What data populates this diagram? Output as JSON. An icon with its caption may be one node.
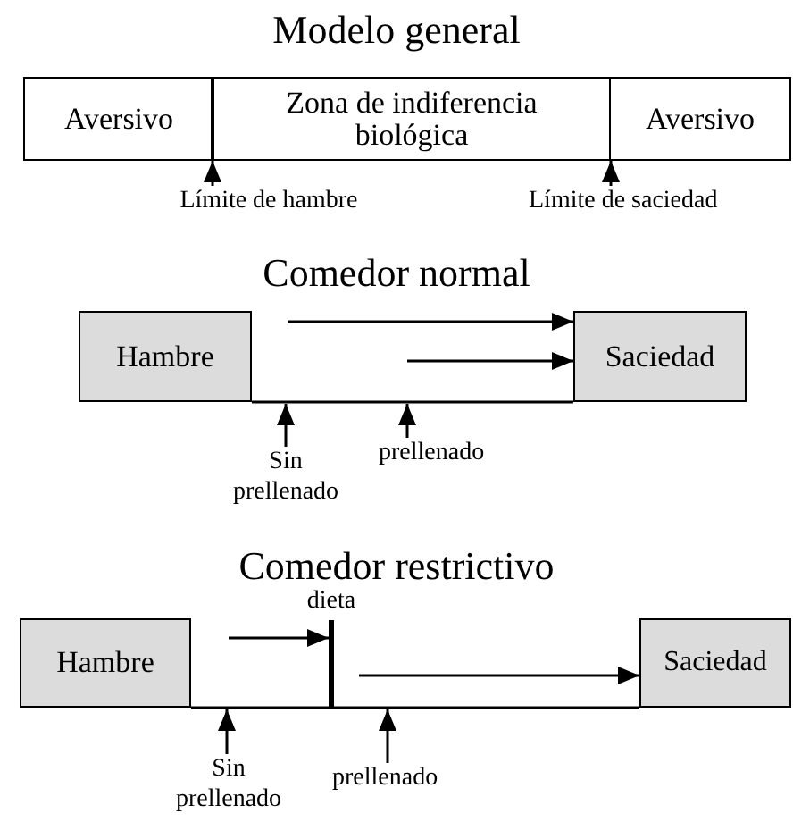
{
  "diagram": {
    "nodes": [
      {
        "text": [
          "Aversivo"
        ]
      },
      {
        "text": [
          "Zona de indiferencia biológica"
        ]
      },
      {
        "text": [
          "Aversivo"
        ]
      },
      {
        "text": [
          "Límite de hambre"
        ]
      },
      {
        "text": [
          "Límite de saciedad"
        ]
      },
      {
        "text": [
          "Hambre"
        ]
      },
      {
        "text": [
          "Saciedad"
        ]
      },
      {
        "text": [
          "Sin prellenado"
        ]
      },
      {
        "text": [
          "prellenado"
        ]
      },
      {
        "text": [
          "Hambre"
        ]
      },
      {
        "text": [
          "Saciedad"
        ]
      },
      {
        "text": [],
        "shape": "bar",
        "beside": [
          "dieta"
        ]
      },
      {
        "text": [
          "Sin prellenado"
        ]
      },
      {
        "text": [
          "prellenado"
        ]
      }
    ],
    "edges": [
      {
        "from": 3,
        "to": 1,
        "arrow": "to"
      },
      {
        "from": 4,
        "to": 1,
        "arrow": "to"
      },
      {
        "from": null,
        "to": 6,
        "arrow": "to"
      },
      {
        "from": null,
        "to": 6,
        "arrow": "to"
      },
      {
        "from": 5,
        "to": 6,
        "arrow": "none"
      },
      {
        "from": 7,
        "to": null,
        "arrow": "to"
      },
      {
        "from": 8,
        "to": null,
        "arrow": "to"
      },
      {
        "from": null,
        "to": 11,
        "arrow": "to"
      },
      {
        "from": null,
        "to": 10,
        "arrow": "to"
      },
      {
        "from": 9,
        "to": 10,
        "arrow": "none"
      },
      {
        "from": 12,
        "to": null,
        "arrow": "to"
      },
      {
        "from": 13,
        "to": null,
        "arrow": "to"
      }
    ],
    "labels": [
      "Modelo general",
      "Comedor normal",
      "Comedor restrictivo"
    ]
  }
}
